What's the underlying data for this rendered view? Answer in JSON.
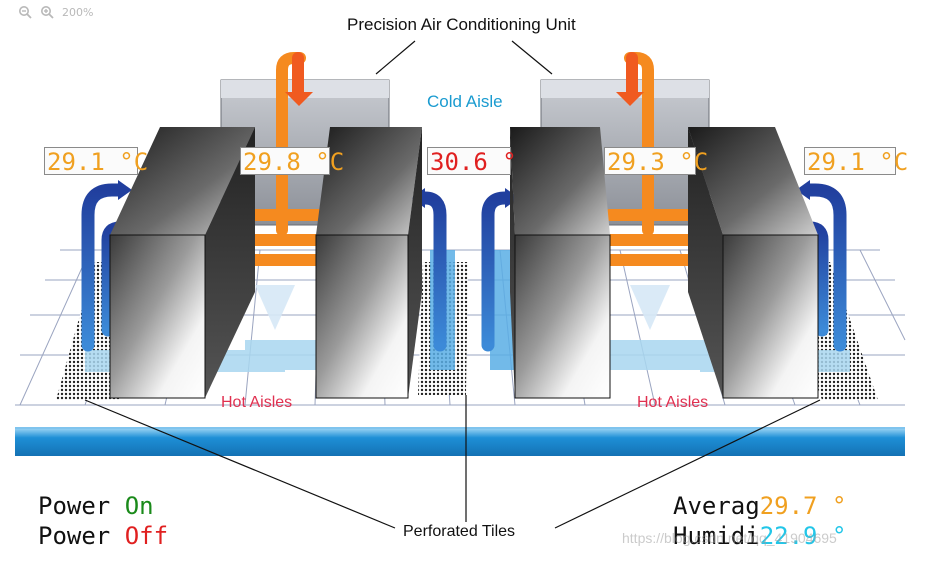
{
  "toolbar": {
    "zoom_level": "200%",
    "zoom_out_icon": "zoom-out-icon",
    "zoom_in_icon": "zoom-in-icon"
  },
  "diagram": {
    "labels": {
      "unit": "Precision Air Conditioning Unit",
      "cold_aisle": "Cold Aisle",
      "hot_aisle_left": "Hot Aisles",
      "hot_aisle_right": "Hot Aisles",
      "tiles": "Perforated Tiles"
    },
    "temperatures": [
      {
        "text": "29.1 °C",
        "color": "#f0a020"
      },
      {
        "text": "29.8 °C",
        "color": "#f0a020"
      },
      {
        "text": "30.6 °",
        "color": "#e02020"
      },
      {
        "text": "29.3 °C",
        "color": "#f0a020"
      },
      {
        "text": "29.1 °C",
        "color": "#f0a020"
      }
    ]
  },
  "status": {
    "power_prefix": "Power ",
    "on": "On",
    "off": "Off",
    "average_label": "Averag",
    "average_value": "29.7 °",
    "humidity_label": "Humidi",
    "humidity_value": "22.9 °"
  },
  "watermark": "https://blog.csdn.net/qq_41904695",
  "colors": {
    "cold_air": "#2a4fb0",
    "hot_air": "#f58a1f",
    "floor": "#1e8fd6",
    "on": "#1a8a1a",
    "off": "#e02020",
    "average": "#f0a020",
    "humidity": "#22c6e8",
    "label_blue": "#1a9bd0",
    "label_red": "#e03050"
  }
}
